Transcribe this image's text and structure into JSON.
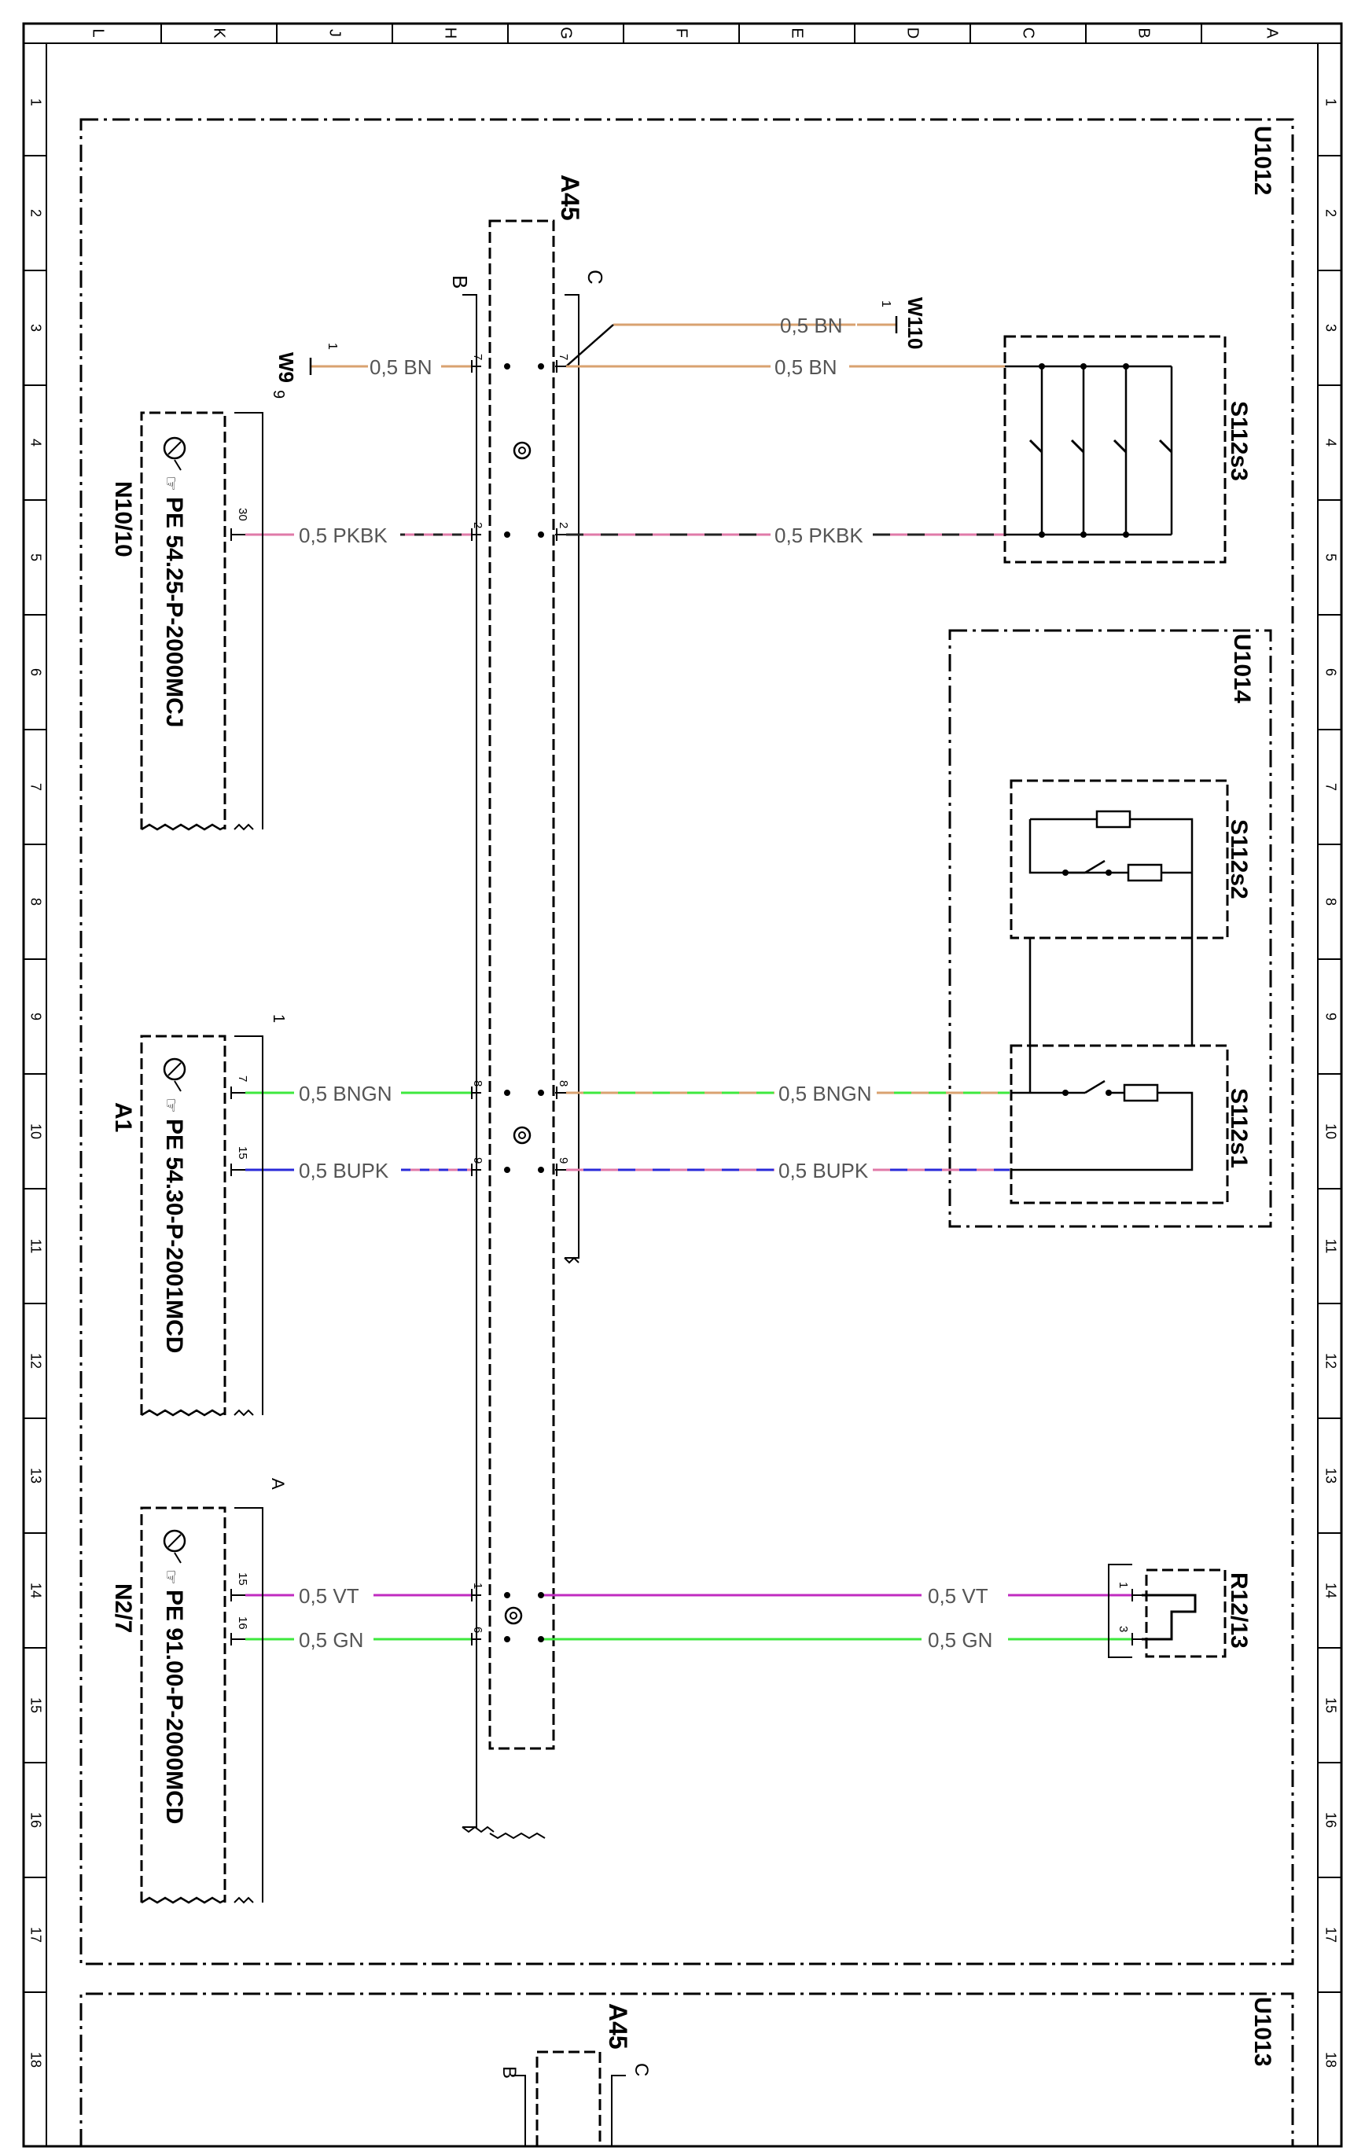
{
  "frame": {
    "column_letters": [
      "L",
      "K",
      "J",
      "H",
      "G",
      "F",
      "E",
      "D",
      "C",
      "B",
      "A"
    ],
    "row_numbers": [
      "1",
      "2",
      "3",
      "4",
      "5",
      "6",
      "7",
      "8",
      "9",
      "10",
      "11",
      "12",
      "13",
      "14",
      "15",
      "16",
      "17",
      "18"
    ]
  },
  "zones": {
    "main": "U1012",
    "inner": "U1014",
    "lower": "U1013"
  },
  "connector": {
    "id": "A45",
    "side_b": "B",
    "side_c": "C",
    "lower_id": "A45",
    "lower_b": "B",
    "lower_c": "C"
  },
  "modules": {
    "n10": {
      "id": "N10/10",
      "ref": "PE 54.25-P-2000MCJ",
      "header": "9",
      "pin": "30"
    },
    "a1": {
      "id": "A1",
      "ref": "PE 54.30-P-2001MCD",
      "header": "1",
      "pin1": "7",
      "pin2": "15"
    },
    "n2": {
      "id": "N2/7",
      "ref": "PE 91.00-P-2000MCD",
      "header": "A",
      "pin1": "15",
      "pin2": "16"
    }
  },
  "switches": {
    "s112s3": "S112s3",
    "s112s2": "S112s2",
    "s112s1": "S112s1",
    "r12": {
      "id": "R12/13",
      "pin1": "1",
      "pin2": "3"
    }
  },
  "grounds": {
    "w9": {
      "id": "W9",
      "pin": "1"
    },
    "w110": {
      "id": "W110",
      "pin": "1"
    }
  },
  "wires": {
    "bn_w110": "0,5 BN",
    "bn_right": "0,5 BN",
    "bn_left": "0,5 BN",
    "pkbk_left": "0,5 PKBK",
    "pkbk_right": "0,5 PKBK",
    "bngn_left": "0,5 BNGN",
    "bngn_right": "0,5 BNGN",
    "bupk_left": "0,5 BUPK",
    "bupk_right": "0,5 BUPK",
    "vt_left": "0,5 VT",
    "vt_right": "0,5 VT",
    "gn_left": "0,5 GN",
    "gn_right": "0,5 GN"
  },
  "pins": {
    "p7": "7",
    "p2": "2",
    "p8": "8",
    "p9": "9",
    "p1": "1",
    "p6": "6"
  },
  "colors": {
    "brown": "#d9a270",
    "pink": "#e07aa8",
    "black": "#222222",
    "green": "#3ee83e",
    "blue": "#2a2ad8",
    "violet": "#c02bc0"
  }
}
